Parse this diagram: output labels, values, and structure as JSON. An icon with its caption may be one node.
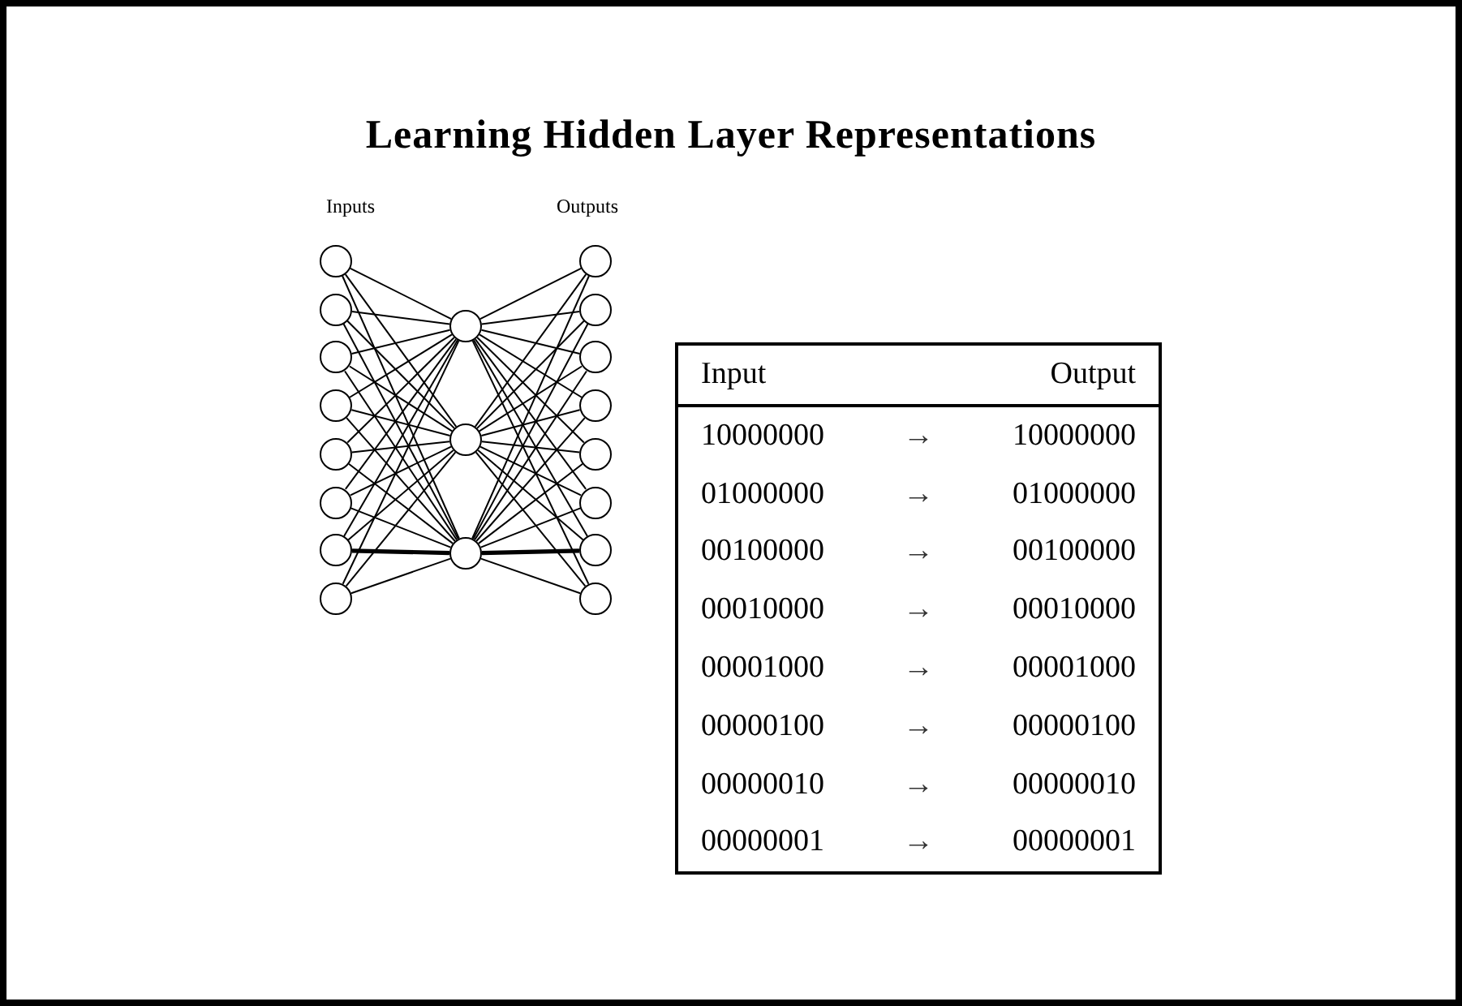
{
  "diagram": {
    "title": "Learning Hidden Layer Representations",
    "nodes": [
      {
        "text": [],
        "shape": "circle"
      },
      {
        "text": [],
        "shape": "circle"
      },
      {
        "text": [],
        "shape": "circle"
      },
      {
        "text": [],
        "shape": "circle"
      },
      {
        "text": [],
        "shape": "circle"
      },
      {
        "text": [],
        "shape": "circle"
      },
      {
        "text": [],
        "shape": "circle"
      },
      {
        "text": [],
        "shape": "circle"
      },
      {
        "text": [],
        "shape": "circle"
      },
      {
        "text": [],
        "shape": "circle"
      },
      {
        "text": [],
        "shape": "circle"
      },
      {
        "text": [],
        "shape": "circle"
      },
      {
        "text": [],
        "shape": "circle"
      },
      {
        "text": [],
        "shape": "circle"
      },
      {
        "text": [],
        "shape": "circle"
      },
      {
        "text": [],
        "shape": "circle"
      },
      {
        "text": [],
        "shape": "circle"
      },
      {
        "text": [],
        "shape": "circle"
      },
      {
        "text": [],
        "shape": "circle"
      }
    ],
    "edges": [
      {
        "from": 0,
        "to": 8,
        "arrow": "none"
      },
      {
        "from": 0,
        "to": 9,
        "arrow": "none"
      },
      {
        "from": 0,
        "to": 10,
        "arrow": "none"
      },
      {
        "from": 1,
        "to": 8,
        "arrow": "none"
      },
      {
        "from": 1,
        "to": 9,
        "arrow": "none"
      },
      {
        "from": 1,
        "to": 10,
        "arrow": "none"
      },
      {
        "from": 2,
        "to": 8,
        "arrow": "none"
      },
      {
        "from": 2,
        "to": 9,
        "arrow": "none"
      },
      {
        "from": 2,
        "to": 10,
        "arrow": "none"
      },
      {
        "from": 3,
        "to": 8,
        "arrow": "none"
      },
      {
        "from": 3,
        "to": 9,
        "arrow": "none"
      },
      {
        "from": 3,
        "to": 10,
        "arrow": "none"
      },
      {
        "from": 4,
        "to": 8,
        "arrow": "none"
      },
      {
        "from": 4,
        "to": 9,
        "arrow": "none"
      },
      {
        "from": 4,
        "to": 10,
        "arrow": "none"
      },
      {
        "from": 5,
        "to": 8,
        "arrow": "none"
      },
      {
        "from": 5,
        "to": 9,
        "arrow": "none"
      },
      {
        "from": 5,
        "to": 10,
        "arrow": "none"
      },
      {
        "from": 6,
        "to": 8,
        "arrow": "none"
      },
      {
        "from": 6,
        "to": 9,
        "arrow": "none"
      },
      {
        "from": 6,
        "to": 10,
        "arrow": "none",
        "style": "thick"
      },
      {
        "from": 7,
        "to": 8,
        "arrow": "none"
      },
      {
        "from": 7,
        "to": 9,
        "arrow": "none"
      },
      {
        "from": 7,
        "to": 10,
        "arrow": "none"
      },
      {
        "from": 8,
        "to": 11,
        "arrow": "none"
      },
      {
        "from": 8,
        "to": 12,
        "arrow": "none"
      },
      {
        "from": 8,
        "to": 13,
        "arrow": "none"
      },
      {
        "from": 8,
        "to": 14,
        "arrow": "none"
      },
      {
        "from": 8,
        "to": 15,
        "arrow": "none"
      },
      {
        "from": 8,
        "to": 16,
        "arrow": "none"
      },
      {
        "from": 8,
        "to": 17,
        "arrow": "none"
      },
      {
        "from": 8,
        "to": 18,
        "arrow": "none"
      },
      {
        "from": 9,
        "to": 11,
        "arrow": "none"
      },
      {
        "from": 9,
        "to": 12,
        "arrow": "none"
      },
      {
        "from": 9,
        "to": 13,
        "arrow": "none"
      },
      {
        "from": 9,
        "to": 14,
        "arrow": "none"
      },
      {
        "from": 9,
        "to": 15,
        "arrow": "none"
      },
      {
        "from": 9,
        "to": 16,
        "arrow": "none"
      },
      {
        "from": 9,
        "to": 17,
        "arrow": "none"
      },
      {
        "from": 9,
        "to": 18,
        "arrow": "none"
      },
      {
        "from": 10,
        "to": 11,
        "arrow": "none"
      },
      {
        "from": 10,
        "to": 12,
        "arrow": "none"
      },
      {
        "from": 10,
        "to": 13,
        "arrow": "none"
      },
      {
        "from": 10,
        "to": 14,
        "arrow": "none"
      },
      {
        "from": 10,
        "to": 15,
        "arrow": "none"
      },
      {
        "from": 10,
        "to": 16,
        "arrow": "none"
      },
      {
        "from": 10,
        "to": 17,
        "arrow": "none",
        "style": "thick"
      },
      {
        "from": 10,
        "to": 18,
        "arrow": "none"
      }
    ],
    "labels": [
      "Inputs",
      "Outputs",
      "Input",
      "Output",
      "10000000",
      "→",
      "10000000",
      "01000000",
      "→",
      "01000000",
      "00100000",
      "→",
      "00100000",
      "00010000",
      "→",
      "00010000",
      "00001000",
      "→",
      "00001000",
      "00000100",
      "→",
      "00000100",
      "00000010",
      "→",
      "00000010",
      "00000001",
      "→",
      "00000001"
    ]
  }
}
